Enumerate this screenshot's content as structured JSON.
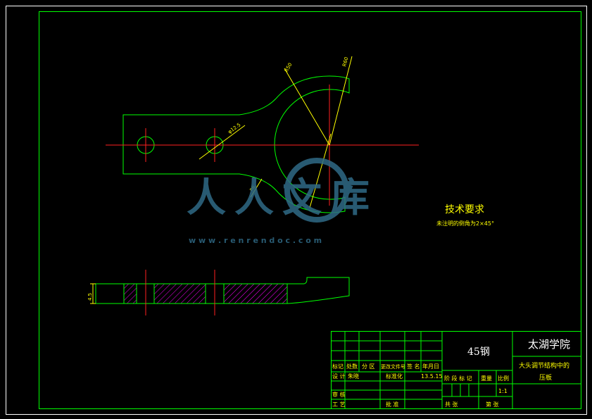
{
  "drawing": {
    "dimensions": {
      "r50": "R50",
      "r60": "R60",
      "hole_dia": "φ12.5",
      "r6": "R6",
      "thickness": "4.5"
    },
    "tech_req": {
      "title": "技术要求",
      "note": "未注明的倒角为2×45°"
    },
    "watermark": {
      "text": "人人文库",
      "url": "w w w . r e n r e n d o c . c o m"
    }
  },
  "title_block": {
    "material": "45钢",
    "school": "太湖学院",
    "drawing_title_1": "大头调节结构中的",
    "drawing_title_2": "压板",
    "scale": "1:1",
    "header_row": [
      "标记",
      "处数",
      "分 区",
      "更改文件号",
      "签 名",
      "年月日"
    ],
    "design_label": "设 计",
    "designer": "朱晓",
    "standardize_label": "标准化",
    "date": "13.5.15",
    "review_label": "审 核",
    "process_label": "工 艺",
    "approve_label": "批 准",
    "stage_mark_label": "阶 段 标 记",
    "weight_label": "重量",
    "scale_label": "比例",
    "sheets_total_label": "共   张",
    "sheet_no_label": "第   张"
  },
  "colors": {
    "outline": "#00ff00",
    "dimension": "#ffff00",
    "centerline": "#ff2020",
    "hatch": "#ff00ff",
    "watermark": "#2f6a86"
  }
}
